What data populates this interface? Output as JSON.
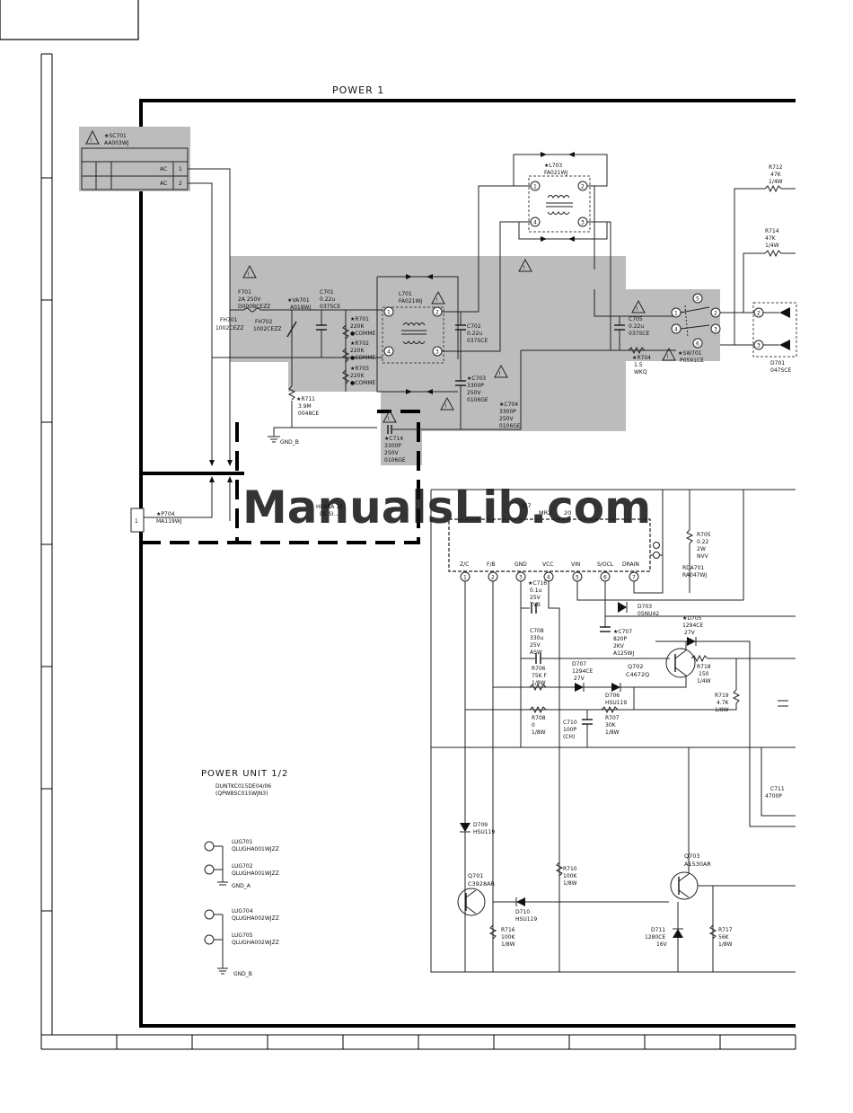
{
  "sheet": {
    "title": "POWER 1",
    "unit_title": "POWER UNIT 1/2",
    "unit_code": "DUNTKC015DE04/06",
    "unit_pwb": "(QPWBSC015WJN3)"
  },
  "watermark": "ManualsLib.com",
  "socket": {
    "ref": "★SC701",
    "part": "AA003WJ",
    "pin1": "AC",
    "pin2": "AC",
    "n1": "1",
    "n2": "2"
  },
  "plug": {
    "ref": "★P704",
    "part": "MA119WJ",
    "n": "1"
  },
  "fuse": {
    "ref": "F701",
    "rating": "2A   250V",
    "part": "D000BCEZZ"
  },
  "fuse_holders": {
    "fh701": "FH701",
    "fh701p": "1002CEZZ",
    "fh702": "FH702",
    "fh702p": "1002CEZZ"
  },
  "va701": {
    "ref": "★VA701",
    "part": "A018WJ"
  },
  "c701": {
    "ref": "C701",
    "val": "0.22u",
    "part": "037SCE"
  },
  "r701": {
    "ref": "★R701",
    "val": "220K",
    "part": "●COMME"
  },
  "r702": {
    "ref": "★R702",
    "val": "220K",
    "part": "●COMME"
  },
  "r703": {
    "ref": "★R703",
    "val": "220K",
    "part": "●COMME"
  },
  "r711": {
    "ref": "★R711",
    "val": "3.9M",
    "part": "0048CE"
  },
  "gnd_b": "GND_B",
  "l701": {
    "ref": "L701",
    "part": "FA021WJ"
  },
  "l703": {
    "ref": "★L703",
    "part": "FA021WJ"
  },
  "c702": {
    "ref": "C702",
    "val": "0.22u",
    "part": "037SCE"
  },
  "c703": {
    "ref": "★C703",
    "val": "3300P",
    "v": "250V",
    "part": "0106GE"
  },
  "c704": {
    "ref": "★C704",
    "val": "3300P",
    "v": "250V",
    "part": "0106GE"
  },
  "c714": {
    "ref": "★C714",
    "val": "3300P",
    "v": "250V",
    "part": "0106GE"
  },
  "c705": {
    "ref": "C705",
    "val": "0.22u",
    "part": "037SCE"
  },
  "r704": {
    "ref": "★R704",
    "val": "1.5",
    "part": "WKQ"
  },
  "sw701": {
    "ref": "★SW701",
    "part": "P0591CE"
  },
  "r712": {
    "ref": "R712",
    "val": "47K",
    "w": "1/4W"
  },
  "r714": {
    "ref": "R714",
    "val": "47K",
    "w": "1/4W"
  },
  "d701": {
    "ref": "D701",
    "part": "047SCE"
  },
  "ic": {
    "ref_partial": "IC7",
    "part_partial": "MR2",
    "part_tail": "20",
    "pins": [
      {
        "n": "1",
        "name": "Z/C"
      },
      {
        "n": "2",
        "name": "F/B"
      },
      {
        "n": "3",
        "name": "GND"
      },
      {
        "n": "4",
        "name": "VCC"
      },
      {
        "n": "5",
        "name": "VIN"
      },
      {
        "n": "6",
        "name": "S/OCL"
      },
      {
        "n": "7",
        "name": "DRAIN"
      }
    ]
  },
  "h_ara": {
    "a": "HI  ARA  13",
    "b": "DL  SI..."
  },
  "r705": {
    "ref": "R705",
    "val": "0.22",
    "w": "2W",
    "part": "NVV"
  },
  "rda701": {
    "ref": "RDA701",
    "part": "RA047WJ"
  },
  "c716": {
    "ref": "★C716",
    "val": "0.1u",
    "v": "25V",
    "part": "TVB"
  },
  "d703": {
    "ref": "D703",
    "part": "05NU42"
  },
  "d705": {
    "ref": "★D705",
    "part": "1294CE",
    "v": "27V"
  },
  "c707": {
    "ref": "★C707",
    "val": "820P",
    "v": "2KV",
    "part": "A125WJ"
  },
  "c708": {
    "ref": "C708",
    "val": "330u",
    "v": "25V",
    "part": "ASW"
  },
  "d707": {
    "ref": "D707",
    "part": "1294CE",
    "v": "27V"
  },
  "q702": {
    "ref": "Q702",
    "part": "C4672Q"
  },
  "r718": {
    "ref": "R718",
    "val": "150",
    "w": "1/4W"
  },
  "r706": {
    "ref": "R706",
    "val": "75K F",
    "w": "1/8W"
  },
  "d706": {
    "ref": "D706",
    "part": "HSU119"
  },
  "r719": {
    "ref": "R719",
    "val": "4.7K",
    "w": "1/8W"
  },
  "r708": {
    "ref": "R708",
    "val": "0",
    "w": "1/8W"
  },
  "c710": {
    "ref": "C710",
    "val": "100P",
    "part": "(CH)"
  },
  "r707": {
    "ref": "R707",
    "val": "30K",
    "w": "1/8W"
  },
  "c711": {
    "ref": "C711",
    "val": "4700P"
  },
  "d709": {
    "ref": "D709",
    "part": "HSU119"
  },
  "q701": {
    "ref": "Q701",
    "part": "C3928AR"
  },
  "r710": {
    "ref": "R710",
    "val": "100K",
    "w": "1/8W"
  },
  "q703": {
    "ref": "Q703",
    "part": "A1530AR"
  },
  "d710": {
    "ref": "D710",
    "part": "HSU119"
  },
  "r716": {
    "ref": "R716",
    "val": "100K",
    "w": "1/8W"
  },
  "d711": {
    "ref": "D711",
    "part": "1280CE",
    "v": "16V"
  },
  "r717": {
    "ref": "R717",
    "val": "56K",
    "w": "1/8W"
  },
  "lugs": [
    {
      "ref": "LUG701",
      "part": "QLUGHA001WJZZ"
    },
    {
      "ref": "LUG702",
      "part": "QLUGHA001WJZZ"
    },
    {
      "ref": "LUG704",
      "part": "QLUGHA002WJZZ"
    },
    {
      "ref": "LUG705",
      "part": "QLUGHA002WJZZ"
    }
  ],
  "gnd_a": "GND_A",
  "gnd_b2": "GND_B"
}
